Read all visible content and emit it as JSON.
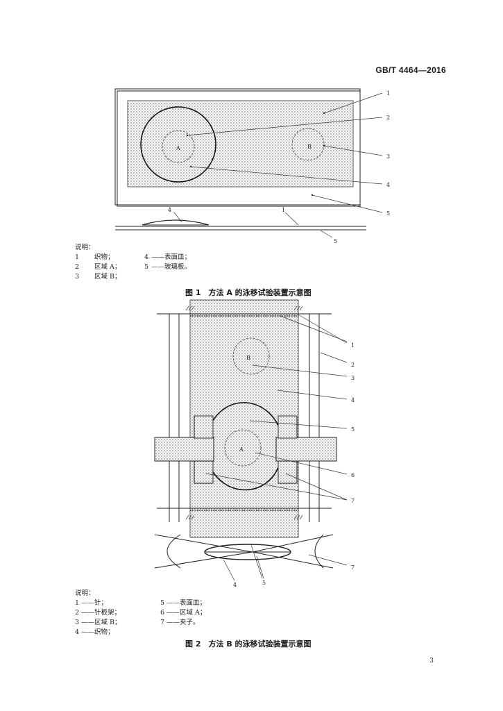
{
  "header": {
    "standard_number": "GB/T 4464—2016"
  },
  "figure1": {
    "callouts": [
      "1",
      "2",
      "3",
      "4",
      "5",
      "4",
      "1",
      "5"
    ],
    "region_labels": [
      "A",
      "B"
    ],
    "legend_title": "说明：",
    "legend_rows": [
      {
        "n1": "1",
        "t1": "织物；",
        "n2": "4",
        "t2": "——表面皿；"
      },
      {
        "n1": "2",
        "t1": "区域 A；",
        "n2": "5",
        "t2": "——玻璃板。"
      },
      {
        "n1": "3",
        "t1": "区域 B；",
        "n2": "",
        "t2": ""
      }
    ],
    "caption": "图 1　方法 A 的泳移试验装置示意图"
  },
  "figure2": {
    "callouts": [
      "1",
      "2",
      "3",
      "4",
      "5",
      "6",
      "7",
      "7",
      "4",
      "5"
    ],
    "region_labels": [
      "B",
      "A"
    ],
    "legend_title": "说明：",
    "legend_rows": [
      {
        "n1": "1",
        "t1": "——针；",
        "n2": "5",
        "t2": "——表面皿；"
      },
      {
        "n1": "2",
        "t1": "——针板架；",
        "n2": "6",
        "t2": "——区域 A；"
      },
      {
        "n1": "3",
        "t1": "——区域 B；",
        "n2": "7",
        "t2": "——夹子。"
      },
      {
        "n1": "4",
        "t1": "——织物；",
        "n2": "",
        "t2": ""
      }
    ],
    "caption": "图 2　方法 B 的泳移试验装置示意图"
  },
  "footer": {
    "page_number": "3"
  }
}
